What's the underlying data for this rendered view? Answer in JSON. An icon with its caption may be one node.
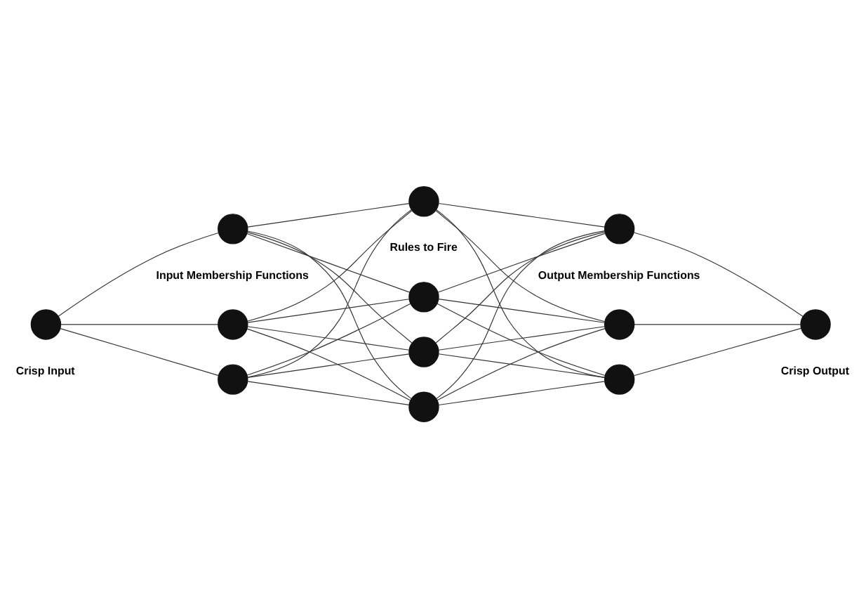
{
  "diagram": {
    "nodes": [
      {
        "text": [],
        "shape": "circle",
        "beside": [
          "Crisp Input"
        ]
      },
      {
        "text": [],
        "shape": "circle"
      },
      {
        "text": [],
        "shape": "circle"
      },
      {
        "text": [],
        "shape": "circle",
        "beside": [
          "Input Membership Functions"
        ]
      },
      {
        "text": [],
        "shape": "circle"
      },
      {
        "text": [],
        "shape": "circle"
      },
      {
        "text": [],
        "shape": "circle"
      },
      {
        "text": [],
        "shape": "circle",
        "beside": [
          "Rules to Fire"
        ]
      },
      {
        "text": [],
        "shape": "circle"
      },
      {
        "text": [],
        "shape": "circle"
      },
      {
        "text": [],
        "shape": "circle",
        "beside": [
          "Output Membership Functions"
        ]
      },
      {
        "text": [],
        "shape": "circle",
        "beside": [
          "Crisp Output"
        ]
      }
    ],
    "edges": [
      {
        "from": 0,
        "to": 1,
        "arrow": "none"
      },
      {
        "from": 0,
        "to": 2,
        "arrow": "none"
      },
      {
        "from": 0,
        "to": 3,
        "arrow": "none"
      },
      {
        "from": 1,
        "to": 4,
        "arrow": "none"
      },
      {
        "from": 1,
        "to": 5,
        "arrow": "none"
      },
      {
        "from": 1,
        "to": 6,
        "arrow": "none"
      },
      {
        "from": 1,
        "to": 7,
        "arrow": "none"
      },
      {
        "from": 2,
        "to": 4,
        "arrow": "none"
      },
      {
        "from": 2,
        "to": 5,
        "arrow": "none"
      },
      {
        "from": 2,
        "to": 6,
        "arrow": "none"
      },
      {
        "from": 2,
        "to": 7,
        "arrow": "none"
      },
      {
        "from": 3,
        "to": 4,
        "arrow": "none"
      },
      {
        "from": 3,
        "to": 5,
        "arrow": "none"
      },
      {
        "from": 3,
        "to": 6,
        "arrow": "none"
      },
      {
        "from": 3,
        "to": 7,
        "arrow": "none"
      },
      {
        "from": 4,
        "to": 8,
        "arrow": "none"
      },
      {
        "from": 4,
        "to": 9,
        "arrow": "none"
      },
      {
        "from": 4,
        "to": 10,
        "arrow": "none"
      },
      {
        "from": 5,
        "to": 8,
        "arrow": "none"
      },
      {
        "from": 5,
        "to": 9,
        "arrow": "none"
      },
      {
        "from": 5,
        "to": 10,
        "arrow": "none"
      },
      {
        "from": 6,
        "to": 8,
        "arrow": "none"
      },
      {
        "from": 6,
        "to": 9,
        "arrow": "none"
      },
      {
        "from": 6,
        "to": 10,
        "arrow": "none"
      },
      {
        "from": 7,
        "to": 8,
        "arrow": "none"
      },
      {
        "from": 7,
        "to": 9,
        "arrow": "none"
      },
      {
        "from": 7,
        "to": 10,
        "arrow": "none"
      },
      {
        "from": 8,
        "to": 11,
        "arrow": "none"
      },
      {
        "from": 9,
        "to": 11,
        "arrow": "none"
      },
      {
        "from": 10,
        "to": 11,
        "arrow": "none"
      }
    ]
  }
}
